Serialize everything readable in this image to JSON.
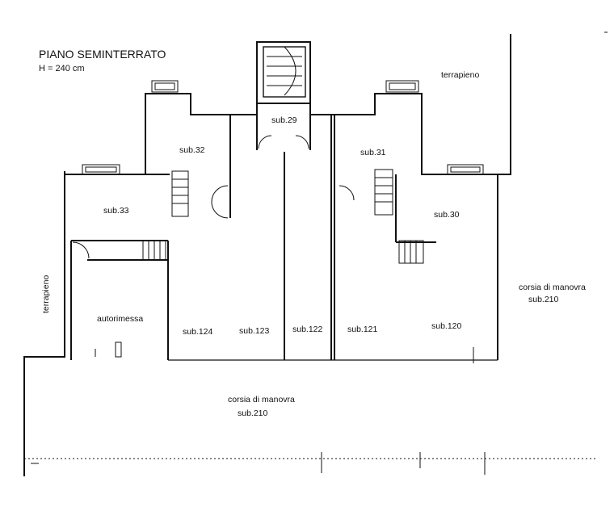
{
  "title": "PIANO SEMINTERRATO",
  "height_note": "H = 240 cm",
  "labels": {
    "terrapieno_top": "terrapieno",
    "terrapieno_left": "terrapieno",
    "sub29": "sub.29",
    "sub32": "sub.32",
    "sub31": "sub.31",
    "sub33": "sub.33",
    "sub30": "sub.30",
    "autorimessa": "autorimessa",
    "sub124": "sub.124",
    "sub123": "sub.123",
    "sub122": "sub.122",
    "sub121": "sub.121",
    "sub120": "sub.120",
    "corsia_right": "corsia di manovra",
    "corsia_right_sub": "sub.210",
    "corsia_bottom": "corsia di manovra",
    "corsia_bottom_sub": "sub.210"
  }
}
